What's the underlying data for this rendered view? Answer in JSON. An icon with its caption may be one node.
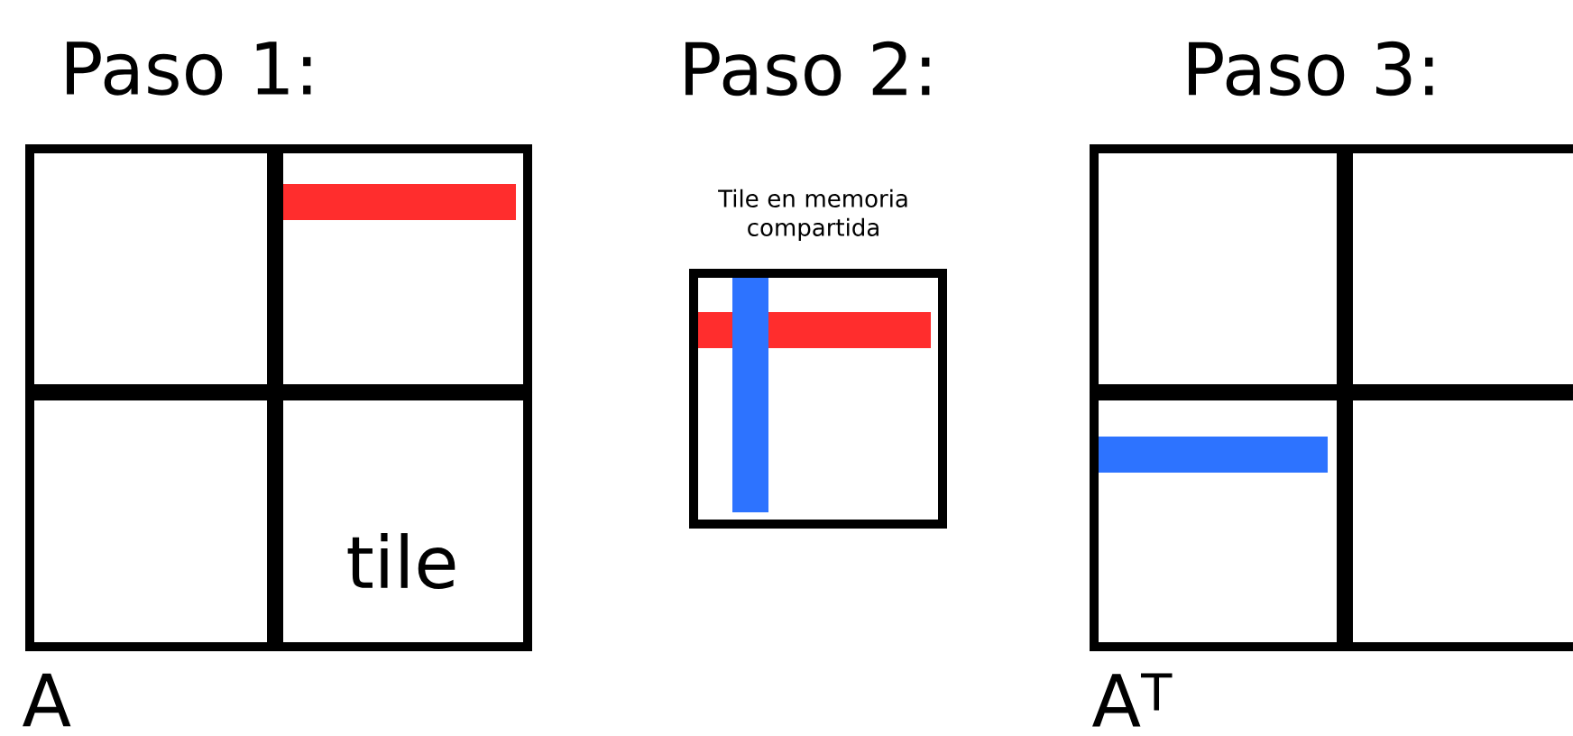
{
  "diagram": {
    "nodes": [
      {
        "text": [],
        "shape": "box"
      },
      {
        "text": [],
        "shape": "box"
      },
      {
        "text": [],
        "shape": "box"
      },
      {
        "text": [
          "tile"
        ]
      },
      {
        "text": [
          "Tile en memoria compartida"
        ]
      },
      {
        "text": [],
        "shape": "box"
      },
      {
        "text": [],
        "shape": "box"
      },
      {
        "text": [],
        "shape": "box"
      },
      {
        "text": [],
        "shape": "box"
      }
    ],
    "labels": [
      "Paso 1:",
      "Paso 2:",
      "Paso 3:",
      "A",
      "A$^{T}$"
    ]
  }
}
